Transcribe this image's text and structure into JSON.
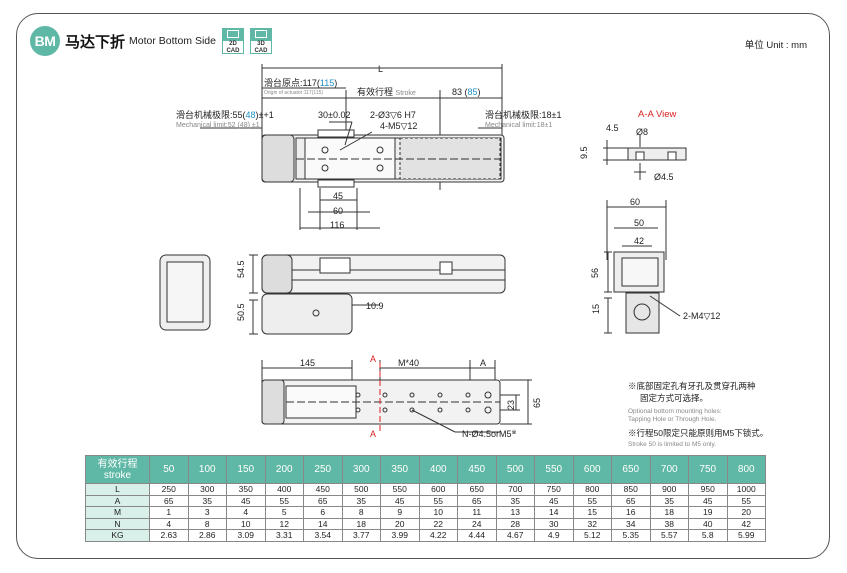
{
  "header": {
    "badge": "BM",
    "title_cn": "马达下折",
    "title_en": "Motor Bottom Side",
    "cad2d_line1": "2D",
    "cad2d_line2": "CAD",
    "cad3d_line1": "3D",
    "cad3d_line2": "CAD",
    "unit": "单位 Unit : mm"
  },
  "dims": {
    "L": "L",
    "origin_cn": "滑台原点:117(",
    "origin_val": "115",
    "origin_close": ")",
    "origin_en": "Origin of actuator:117(115)",
    "stroke_cn": "有效行程",
    "stroke_en": "Stroke",
    "d83": "83 (",
    "d83_val": "85",
    "d83_close": ")",
    "mech_left_cn": "滑台机械极限:55(",
    "mech_left_val": "48",
    "mech_left_close": ")±+1",
    "mech_left_en": "Mechanical limit:52 (48) ±1",
    "mech_right_cn": "滑台机械极限:18±1",
    "mech_right_en": "Mechanical limit:18±1",
    "d30": "30±0.02",
    "hole1": "2-Ø3▽6 H7",
    "hole2": "4-M5▽12",
    "d45": "45",
    "d60": "60",
    "d116": "116",
    "aa_view": "A-A View",
    "d4_5a": "4.5",
    "d8": "Ø8",
    "d9_5": "9.5",
    "d4_5b": "Ø4.5",
    "r60": "60",
    "r50": "50",
    "r42": "42",
    "r56": "56",
    "r15": "15",
    "r_hole": "2-M4▽12",
    "d54_5": "54.5",
    "d50_5": "50.5",
    "d10_9": "10.9",
    "d145": "145",
    "dM40": "M*40",
    "dA1": "A",
    "dA2": "A",
    "dA3": "A",
    "d23": "23",
    "d65": "65",
    "nhole": "N-Ø4.5orM5",
    "nmark": "※"
  },
  "notes": {
    "n1_cn": "※底部固定孔有牙孔及贯穿孔两种",
    "n1_cn2": "固定方式可选择。",
    "n1_en": "Optional bottom mounting holes:",
    "n1_en2": "Tapping Hole or Through Hole.",
    "n2_cn": "※行程50限定只能原则用M5下锁式。",
    "n2_en": "Stroke 50 is limited to M5 only."
  },
  "table": {
    "head_cn": "有效行程",
    "head_en": "stroke",
    "strokes": [
      "50",
      "100",
      "150",
      "200",
      "250",
      "300",
      "350",
      "400",
      "450",
      "500",
      "550",
      "600",
      "650",
      "700",
      "750",
      "800"
    ],
    "rows": [
      {
        "label": "L",
        "values": [
          "250",
          "300",
          "350",
          "400",
          "450",
          "500",
          "550",
          "600",
          "650",
          "700",
          "750",
          "800",
          "850",
          "900",
          "950",
          "1000"
        ]
      },
      {
        "label": "A",
        "values": [
          "65",
          "35",
          "45",
          "55",
          "65",
          "35",
          "45",
          "55",
          "65",
          "35",
          "45",
          "55",
          "65",
          "35",
          "45",
          "55"
        ]
      },
      {
        "label": "M",
        "values": [
          "1",
          "3",
          "4",
          "5",
          "6",
          "8",
          "9",
          "10",
          "11",
          "13",
          "14",
          "15",
          "16",
          "18",
          "19",
          "20"
        ]
      },
      {
        "label": "N",
        "values": [
          "4",
          "8",
          "10",
          "12",
          "14",
          "18",
          "20",
          "22",
          "24",
          "28",
          "30",
          "32",
          "34",
          "38",
          "40",
          "42"
        ]
      },
      {
        "label": "KG",
        "values": [
          "2.63",
          "2.86",
          "3.09",
          "3.31",
          "3.54",
          "3.77",
          "3.99",
          "4.22",
          "4.44",
          "4.67",
          "4.9",
          "5.12",
          "5.35",
          "5.57",
          "5.8",
          "5.99"
        ]
      }
    ]
  }
}
